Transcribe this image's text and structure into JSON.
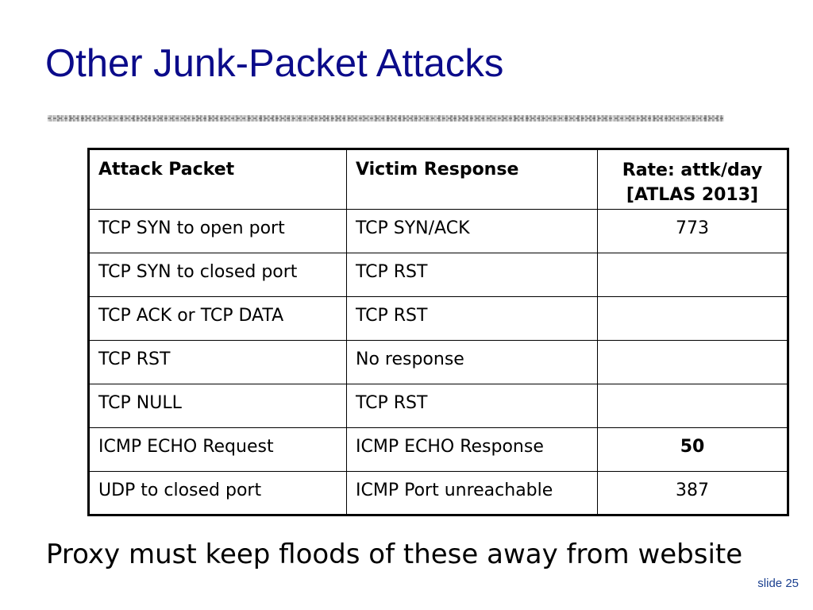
{
  "slide": {
    "title": "Other Junk-Packet Attacks",
    "footnote": "Proxy must keep floods of these away from website",
    "slide_number": "slide 25"
  },
  "table": {
    "headers": {
      "attack_packet": "Attack Packet",
      "victim_response": "Victim Response",
      "rate_line1": "Rate: attk/day",
      "rate_line2": "[ATLAS 2013]"
    },
    "rows": [
      {
        "attack": "TCP SYN to open port",
        "response": "TCP SYN/ACK",
        "rate": "773"
      },
      {
        "attack": "TCP SYN to closed port",
        "response": "TCP RST",
        "rate": ""
      },
      {
        "attack": "TCP ACK or TCP DATA",
        "response": "TCP RST",
        "rate": ""
      },
      {
        "attack": "TCP RST",
        "response": "No response",
        "rate": ""
      },
      {
        "attack": "TCP NULL",
        "response": "TCP RST",
        "rate": ""
      },
      {
        "attack": "ICMP ECHO Request",
        "response": "ICMP ECHO Response",
        "rate": "50"
      },
      {
        "attack": "UDP to closed port",
        "response": "ICMP Port unreachable",
        "rate": "387"
      }
    ]
  },
  "colors": {
    "title": "#0b0b8a",
    "text": "#000000",
    "slide_number": "#1a3f8f",
    "border": "#000000",
    "background": "#ffffff"
  }
}
